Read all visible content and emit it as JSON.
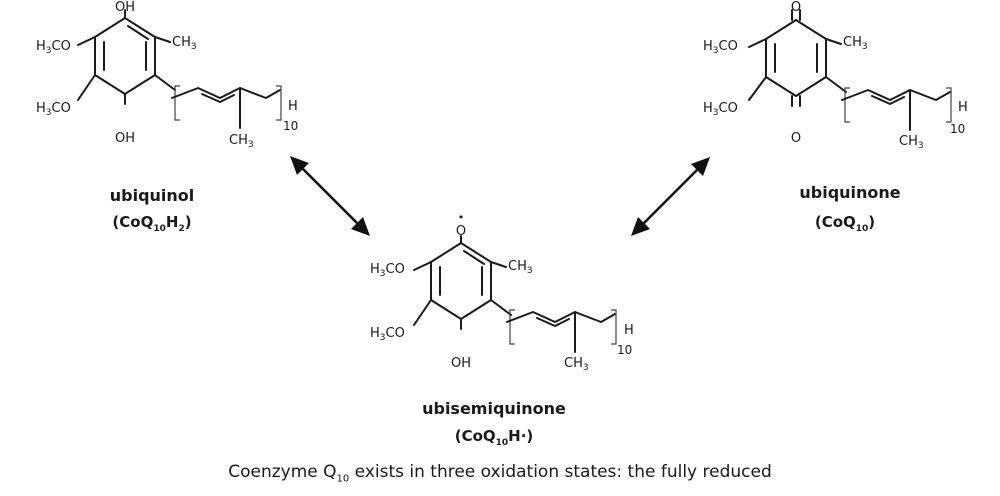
{
  "molecules": {
    "ubiquinol": {
      "name": "ubiquinol",
      "formula_pre": "(CoQ",
      "formula_sub": "10",
      "formula_post": "H",
      "formula_sub2": "2",
      "formula_end": ")",
      "atoms": {
        "top": "OH",
        "bottom": "OH",
        "methoxy_upper": "H",
        "methoxy_upper_sub": "3",
        "methoxy_upper_rest": "CO",
        "methoxy_lower": "H",
        "methoxy_lower_sub": "3",
        "methoxy_lower_rest": "CO",
        "methyl": "CH",
        "methyl_sub": "3",
        "chain_methyl": "CH",
        "chain_methyl_sub": "3",
        "terminal": "H",
        "repeat": "10"
      }
    },
    "ubisemiquinone": {
      "name": "ubisemiquinone",
      "formula_pre": "(CoQ",
      "formula_sub": "10",
      "formula_post": "H·)",
      "atoms": {
        "top": "O",
        "radical": "•",
        "bottom": "OH",
        "methoxy_upper": "H",
        "methoxy_upper_sub": "3",
        "methoxy_upper_rest": "CO",
        "methoxy_lower": "H",
        "methoxy_lower_sub": "3",
        "methoxy_lower_rest": "CO",
        "methyl": "CH",
        "methyl_sub": "3",
        "chain_methyl": "CH",
        "chain_methyl_sub": "3",
        "terminal": "H",
        "repeat": "10"
      }
    },
    "ubiquinone": {
      "name": "ubiquinone",
      "formula_pre": "(CoQ",
      "formula_sub": "10",
      "formula_post": ")",
      "atoms": {
        "top": "O",
        "bottom": "O",
        "methoxy_upper": "H",
        "methoxy_upper_sub": "3",
        "methoxy_upper_rest": "CO",
        "methoxy_lower": "H",
        "methoxy_lower_sub": "3",
        "methoxy_lower_rest": "CO",
        "methyl": "CH",
        "methyl_sub": "3",
        "chain_methyl": "CH",
        "chain_methyl_sub": "3",
        "terminal": "H",
        "repeat": "10"
      }
    }
  },
  "caption": {
    "pre": "Coenzyme Q",
    "sub": "10",
    "post": " exists in three oxidation states: the fully reduced"
  },
  "colors": {
    "ink": "#1a1a1a",
    "arrow": "#111111",
    "background": "#ffffff"
  }
}
